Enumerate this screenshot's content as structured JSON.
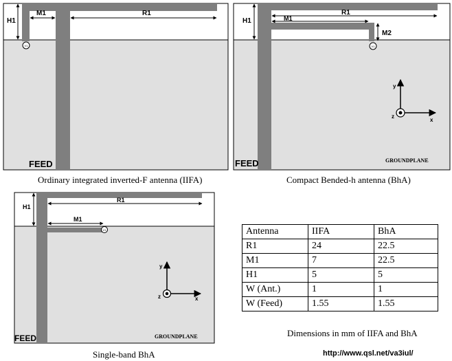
{
  "diagrams": [
    {
      "id": "iifa",
      "labels": {
        "h1": "H1",
        "m1": "M1",
        "r1": "R1",
        "feed": "FEED",
        "port": "V1"
      },
      "caption": "Ordinary integrated inverted-F antenna (IIFA)"
    },
    {
      "id": "bha",
      "labels": {
        "h1": "H1",
        "m1": "M1",
        "r1": "R1",
        "m2": "M2",
        "feed": "FEED",
        "groundplane": "GROUNDPLANE",
        "port": "V1",
        "axis_x": "x",
        "axis_y": "y",
        "axis_z": "z"
      },
      "caption": "Compact Bended-h antenna (BhA)"
    },
    {
      "id": "single",
      "labels": {
        "h1": "H1",
        "m1": "M1",
        "r1": "R1",
        "feed": "FEED",
        "groundplane": "GROUNDPLANE",
        "port": "V1",
        "axis_x": "x",
        "axis_y": "y",
        "axis_z": "z"
      },
      "caption": "Single-band BhA"
    }
  ],
  "table": {
    "headers": [
      "Antenna",
      "IIFA",
      "BhA"
    ],
    "rows": [
      [
        "R1",
        "24",
        "22.5"
      ],
      [
        "M1",
        "7",
        "22.5"
      ],
      [
        "H1",
        "5",
        "5"
      ],
      [
        "W (Ant.)",
        "1",
        "1"
      ],
      [
        "W (Feed)",
        "1.55",
        "1.55"
      ]
    ],
    "caption": "Dimensions in mm of IIFA and BhA"
  },
  "url": "http://www.qsl.net/va3iul/",
  "colors": {
    "groundplane": "#e0e0e0",
    "trace": "#7f7f7f",
    "outline": "#000000"
  }
}
